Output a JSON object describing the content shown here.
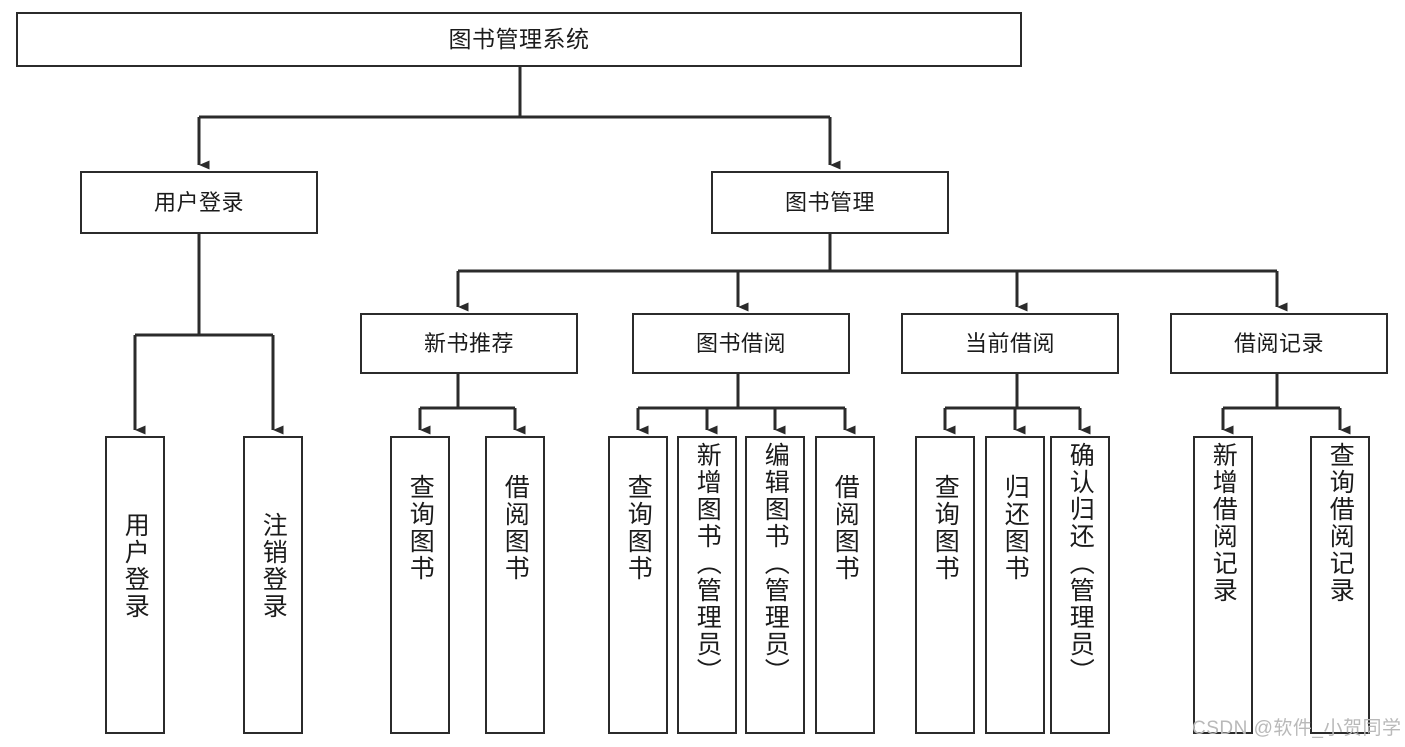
{
  "diagram": {
    "type": "tree",
    "title": "图书管理系统",
    "orientation": "top-down",
    "colors": {
      "box_border": "#2b2b2b",
      "box_fill": "#ffffff",
      "connector": "#2b2b2b",
      "text": "#1b1b1b",
      "watermark": "#b9b9b9",
      "background": "#ffffff"
    },
    "root": {
      "id": "root",
      "label": "图书管理系统"
    },
    "level1": [
      {
        "id": "user-login",
        "label": "用户登录"
      },
      {
        "id": "book-management",
        "label": "图书管理"
      }
    ],
    "level2": [
      {
        "id": "new-book-recommend",
        "label": "新书推荐",
        "parent": "book-management"
      },
      {
        "id": "book-borrow",
        "label": "图书借阅",
        "parent": "book-management"
      },
      {
        "id": "current-borrow",
        "label": "当前借阅",
        "parent": "book-management"
      },
      {
        "id": "borrow-record",
        "label": "借阅记录",
        "parent": "book-management"
      }
    ],
    "leaves": [
      {
        "id": "leaf-user-login",
        "label": "用户登录",
        "parent": "user-login"
      },
      {
        "id": "leaf-logout-login",
        "label": "注销登录",
        "parent": "user-login"
      },
      {
        "id": "leaf-query-book-1",
        "label": "查询图书",
        "parent": "new-book-recommend"
      },
      {
        "id": "leaf-borrow-book-1",
        "label": "借阅图书",
        "parent": "new-book-recommend"
      },
      {
        "id": "leaf-query-book-2",
        "label": "查询图书",
        "parent": "book-borrow"
      },
      {
        "id": "leaf-add-book",
        "label": "新增图书（管理员）",
        "parent": "book-borrow"
      },
      {
        "id": "leaf-edit-book",
        "label": "编辑图书（管理员）",
        "parent": "book-borrow"
      },
      {
        "id": "leaf-borrow-book-2",
        "label": "借阅图书",
        "parent": "book-borrow"
      },
      {
        "id": "leaf-query-book-3",
        "label": "查询图书",
        "parent": "current-borrow"
      },
      {
        "id": "leaf-return-book",
        "label": "归还图书",
        "parent": "current-borrow"
      },
      {
        "id": "leaf-confirm-return",
        "label": "确认归还（管理员）",
        "parent": "current-borrow"
      },
      {
        "id": "leaf-add-record",
        "label": "新增借阅记录",
        "parent": "borrow-record"
      },
      {
        "id": "leaf-query-record",
        "label": "查询借阅记录",
        "parent": "borrow-record"
      }
    ]
  },
  "watermark": {
    "text": "CSDN @软件_小贺同学"
  }
}
